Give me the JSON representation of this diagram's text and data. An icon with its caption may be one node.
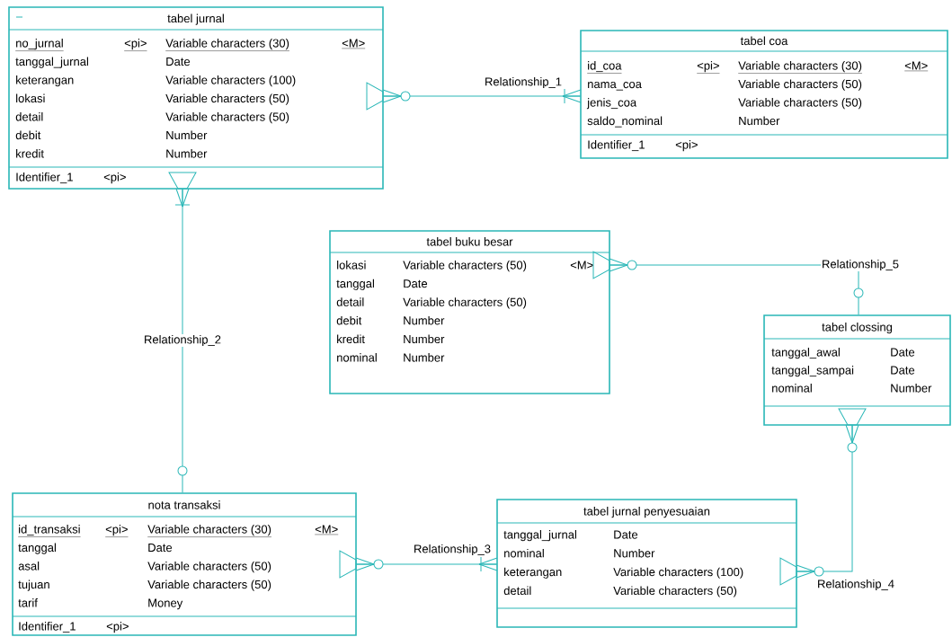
{
  "diagram": {
    "nodes": [
      {
        "text": [
          "tabel jurnal",
          "no_jurnal",
          "<pi>",
          "Variable characters (30)",
          "<M>",
          "tanggal_jurnal",
          "Date",
          "keterangan",
          "Variable characters (100)",
          "lokasi",
          "Variable characters (50)",
          "detail",
          "Variable characters (50)",
          "debit",
          "Number",
          "kredit",
          "Number",
          "Identifier_1",
          "<pi>"
        ]
      },
      {
        "text": [
          "tabel coa",
          "id_coa",
          "<pi>",
          "Variable characters (30)",
          "<M>",
          "nama_coa",
          "Variable characters (50)",
          "jenis_coa",
          "Variable characters (50)",
          "saldo_nominal",
          "Number",
          "Identifier_1",
          "<pi>"
        ]
      },
      {
        "text": [
          "tabel buku besar",
          "lokasi",
          "Variable characters (50)",
          "<M>",
          "tanggal",
          "Date",
          "detail",
          "Variable characters (50)",
          "debit",
          "Number",
          "kredit",
          "Number",
          "nominal",
          "Number"
        ]
      },
      {
        "text": [
          "tabel clossing",
          "tanggal_awal",
          "Date",
          "tanggal_sampai",
          "Date",
          "nominal",
          "Number"
        ]
      },
      {
        "text": [
          "nota transaksi",
          "id_transaksi",
          "<pi>",
          "Variable characters (30)",
          "<M>",
          "tanggal",
          "Date",
          "asal",
          "Variable characters (50)",
          "tujuan",
          "Variable characters (50)",
          "tarif",
          "Money",
          "Identifier_1",
          "<pi>"
        ]
      },
      {
        "text": [
          "tabel jurnal penyesuaian",
          "tanggal_jurnal",
          "Date",
          "nominal",
          "Number",
          "keterangan",
          "Variable characters (100)",
          "detail",
          "Variable characters (50)"
        ]
      }
    ],
    "edges": [
      {
        "from": 1,
        "to": 0,
        "arrow": "to",
        "label": "Relationship_1"
      },
      {
        "from": 4,
        "to": 0,
        "arrow": "to",
        "label": "Relationship_2"
      },
      {
        "from": 5,
        "to": 4,
        "arrow": "to",
        "label": "Relationship_3"
      },
      {
        "from": 5,
        "to": 3,
        "arrow": "both",
        "label": "Relationship_4"
      },
      {
        "from": 3,
        "to": 2,
        "arrow": "to",
        "label": "Relationship_5"
      }
    ]
  }
}
